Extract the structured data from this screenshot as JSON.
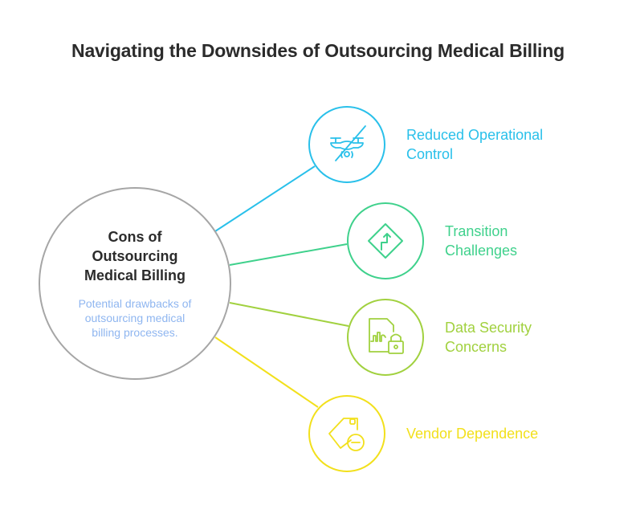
{
  "title": "Navigating the Downsides of Outsourcing Medical Billing",
  "center": {
    "title_lines": [
      "Cons of",
      "Outsourcing",
      "Medical Billing"
    ],
    "description_lines": [
      "Potential drawbacks of",
      "outsourcing medical",
      "billing processes."
    ],
    "stroke_color": "#a6a6a6",
    "desc_color": "#8fb6f0"
  },
  "items": [
    {
      "label_lines": [
        "Reduced Operational",
        "Control"
      ],
      "icon": "drone-off-icon",
      "color": "#29c0ea"
    },
    {
      "label_lines": [
        "Transition",
        "Challenges"
      ],
      "icon": "turn-sign-icon",
      "color": "#3fd18c"
    },
    {
      "label_lines": [
        "Data Security",
        "Concerns"
      ],
      "icon": "secure-document-icon",
      "color": "#a1d13f"
    },
    {
      "label_lines": [
        "Vendor Dependence"
      ],
      "icon": "tag-minus-icon",
      "color": "#f2e01c"
    }
  ]
}
